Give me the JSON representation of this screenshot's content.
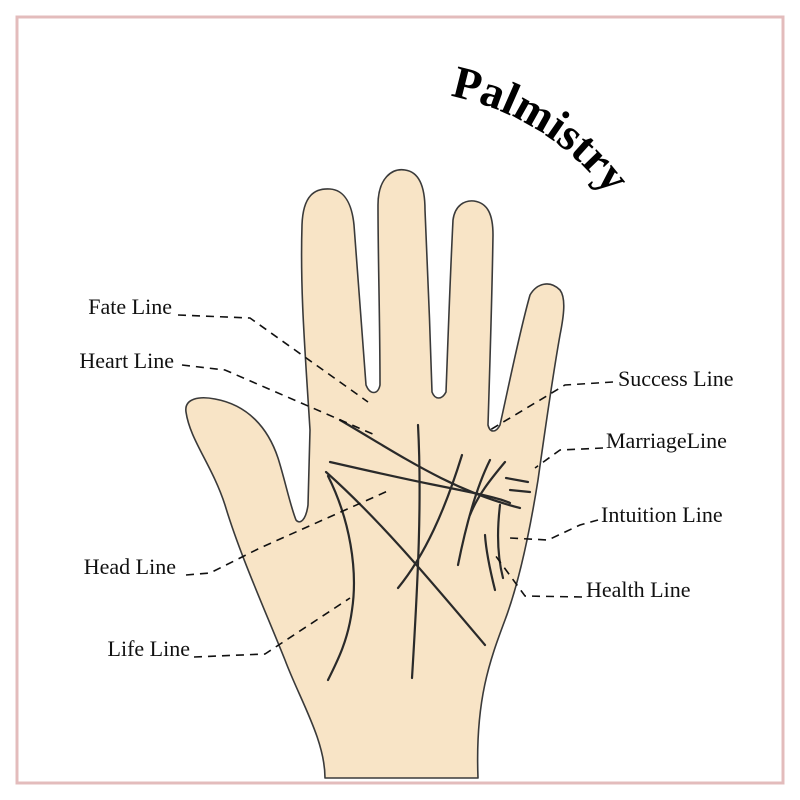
{
  "title": "Palmistry",
  "colors": {
    "frame": "#e3bcbc",
    "skin": "#f8e4c6",
    "outline": "#3a3a3a",
    "lines": "#2a2a2a",
    "text": "#111111"
  },
  "labels": {
    "fate": "Fate Line",
    "heart": "Heart Line",
    "head": "Head Line",
    "life": "Life Line",
    "success": "Success Line",
    "marriage": "MarriageLine",
    "intuition": "Intuition Line",
    "health": "Health Line"
  }
}
